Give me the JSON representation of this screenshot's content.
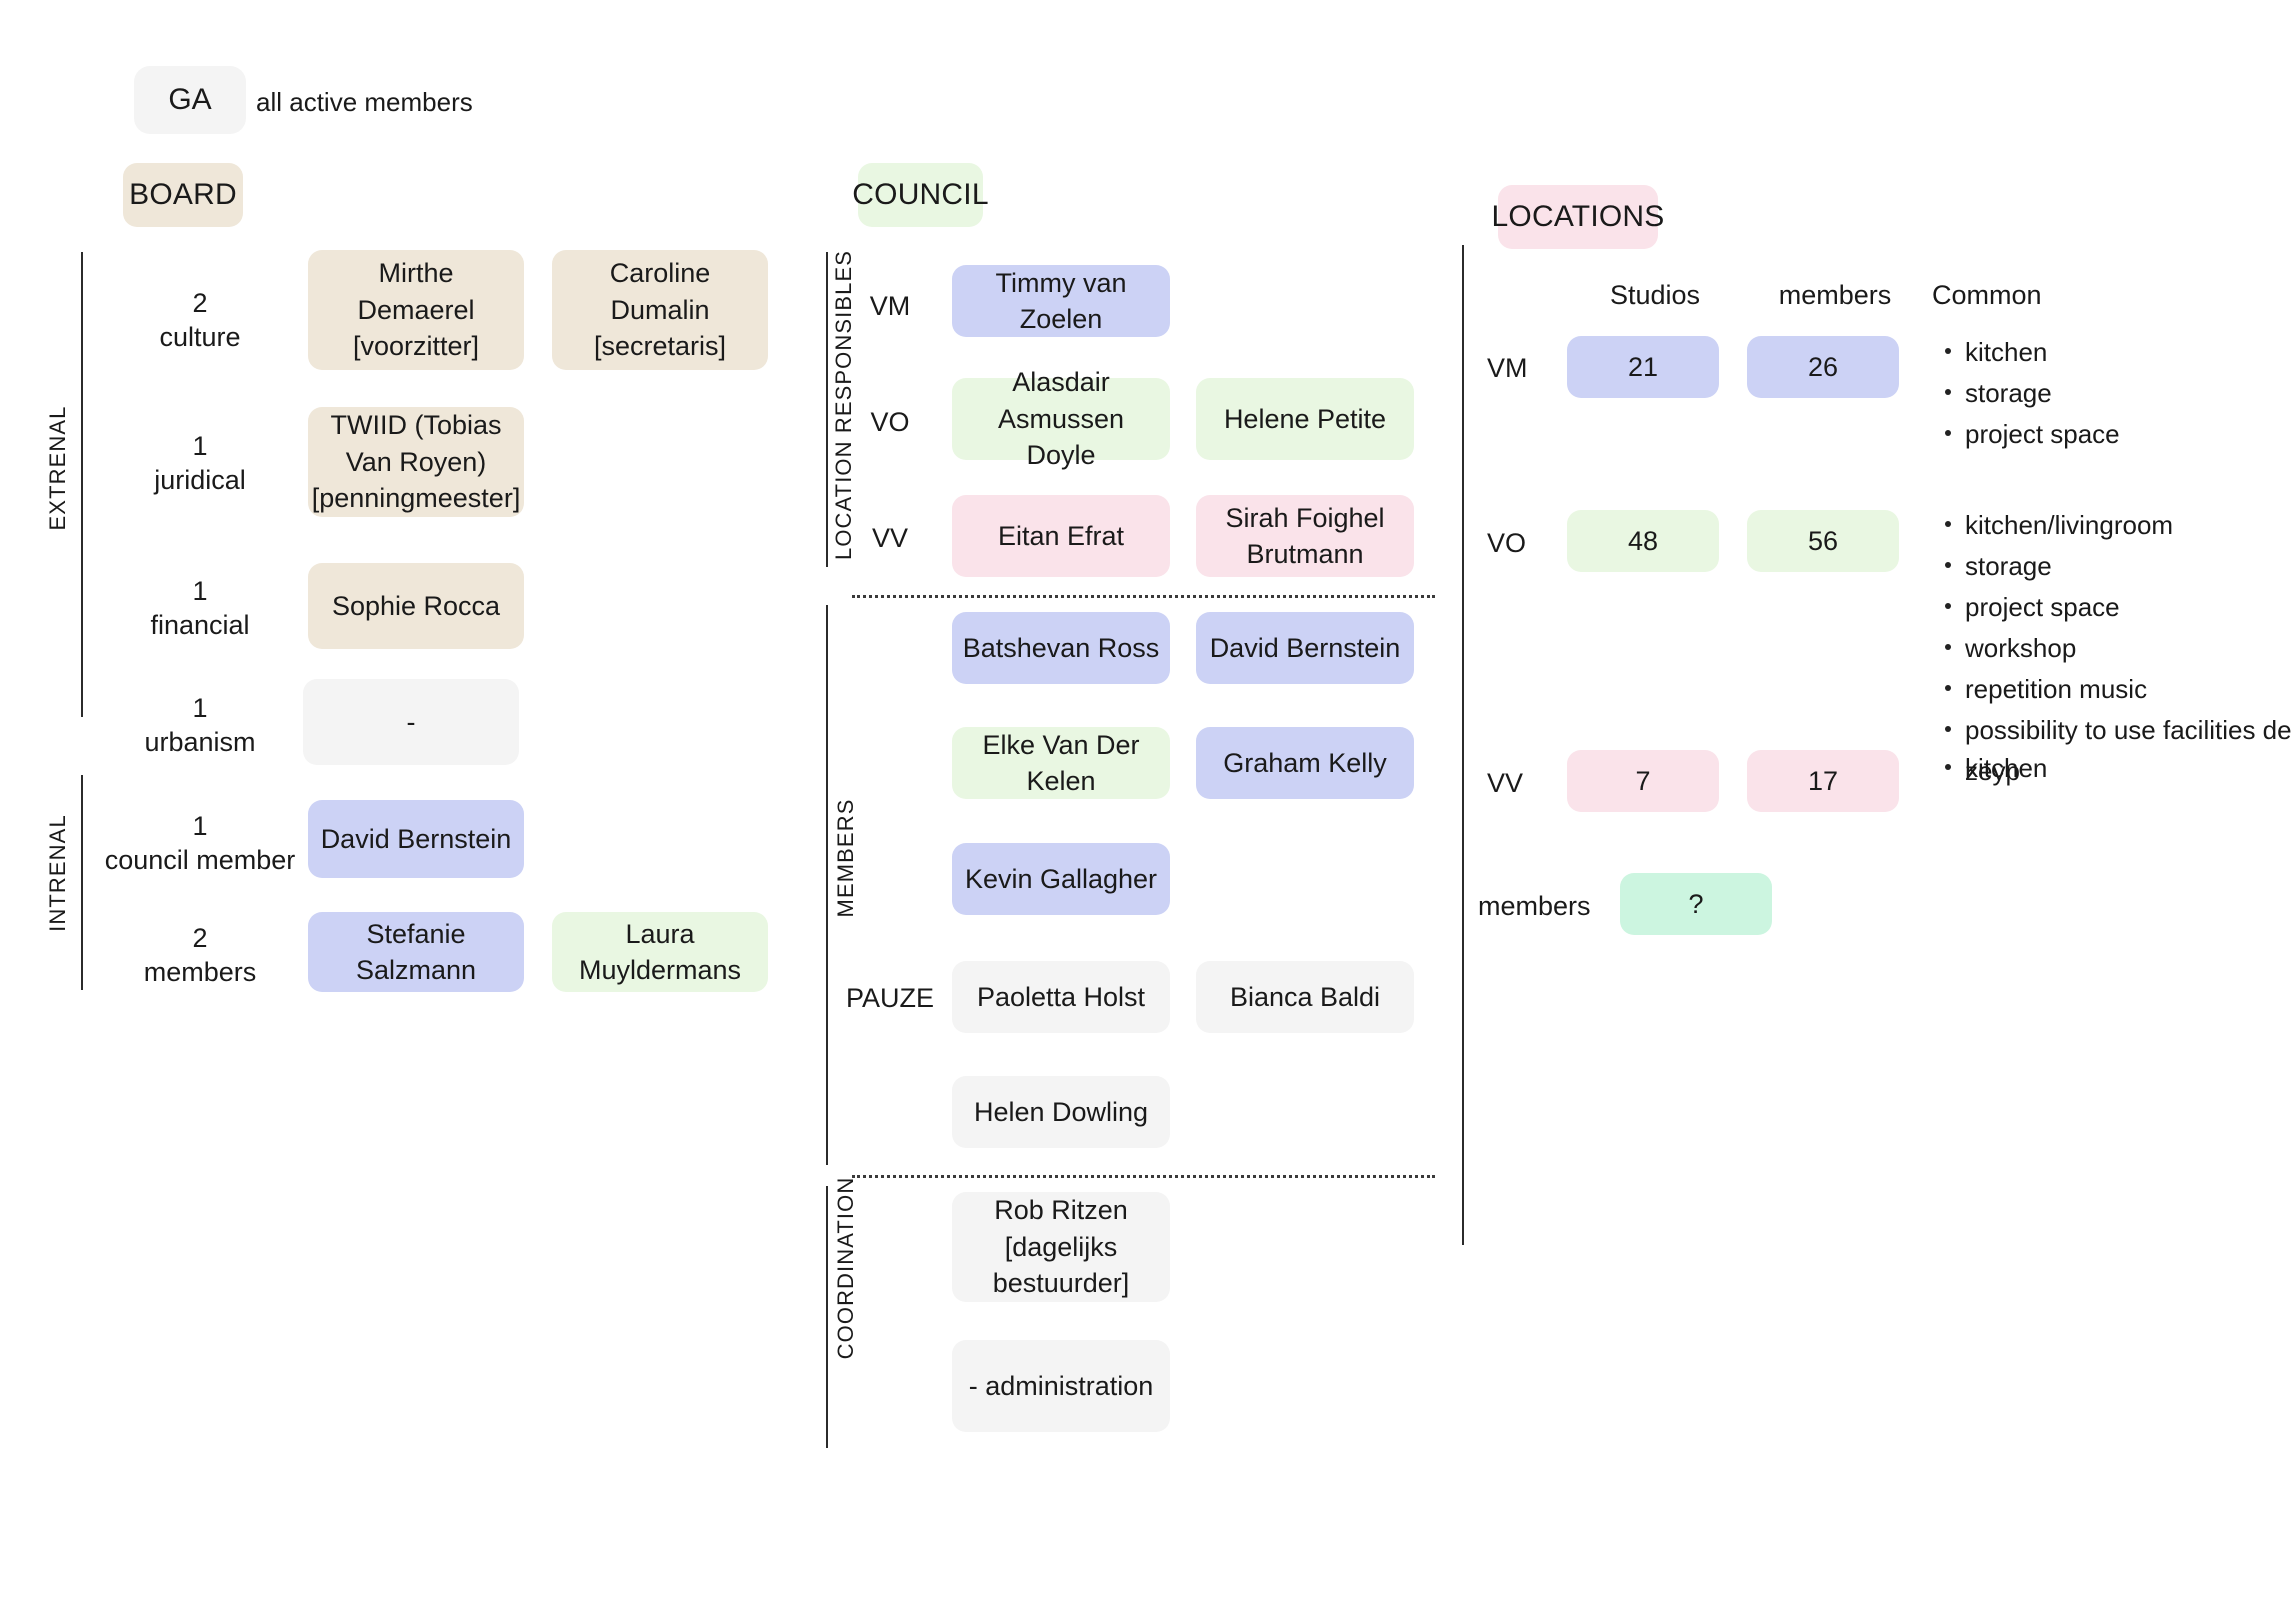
{
  "ga": {
    "badge": "GA",
    "note": "all active members"
  },
  "board": {
    "title": "BOARD",
    "axis_external": "EXTRENAL",
    "axis_internal": "INTRENAL",
    "rows": [
      {
        "count": "2",
        "role": "culture",
        "people": [
          {
            "name": "Mirthe Demaerel [voorzitter]",
            "color": "beige"
          },
          {
            "name": "Caroline Dumalin [secretaris]",
            "color": "beige"
          }
        ]
      },
      {
        "count": "1",
        "role": "juridical",
        "people": [
          {
            "name": "TWIID (Tobias Van Royen) [penningmeester]",
            "color": "beige"
          }
        ]
      },
      {
        "count": "1",
        "role": "financial",
        "people": [
          {
            "name": "Sophie Rocca",
            "color": "beige"
          }
        ]
      },
      {
        "count": "1",
        "role": "urbanism",
        "people": [
          {
            "name": "-",
            "color": "grey"
          }
        ]
      },
      {
        "count": "1",
        "role": "council member",
        "people": [
          {
            "name": "David Bernstein",
            "color": "blue"
          }
        ]
      },
      {
        "count": "2",
        "role": "members",
        "people": [
          {
            "name": "Stefanie Salzmann",
            "color": "blue"
          },
          {
            "name": "Laura Muyldermans",
            "color": "green"
          }
        ]
      }
    ]
  },
  "council": {
    "title": "COUNCIL",
    "axis_location_responsibles": "LOCATION RESPONSIBLES",
    "axis_members": "MEMBERS",
    "axis_coordination": "COORDINATION",
    "location_rows": [
      {
        "label": "VM",
        "people": [
          {
            "name": "Timmy van Zoelen",
            "color": "blue"
          }
        ]
      },
      {
        "label": "VO",
        "people": [
          {
            "name": "Alasdair Asmussen Doyle",
            "color": "green"
          },
          {
            "name": "Helene Petite",
            "color": "green"
          }
        ]
      },
      {
        "label": "VV",
        "people": [
          {
            "name": "Eitan Efrat",
            "color": "pink"
          },
          {
            "name": "Sirah Foighel Brutmann",
            "color": "pink"
          }
        ]
      }
    ],
    "member_rows": [
      {
        "label": "",
        "people": [
          {
            "name": "Batshevan Ross",
            "color": "blue"
          },
          {
            "name": "David Bernstein",
            "color": "blue"
          }
        ]
      },
      {
        "label": "",
        "people": [
          {
            "name": "Elke Van Der Kelen",
            "color": "green"
          },
          {
            "name": "Graham Kelly",
            "color": "blue"
          }
        ]
      },
      {
        "label": "",
        "people": [
          {
            "name": "Kevin Gallagher",
            "color": "blue"
          }
        ]
      },
      {
        "label": "PAUZE",
        "people": [
          {
            "name": "Paoletta Holst",
            "color": "grey"
          },
          {
            "name": "Bianca Baldi",
            "color": "grey"
          }
        ]
      },
      {
        "label": "",
        "people": [
          {
            "name": "Helen Dowling",
            "color": "grey"
          }
        ]
      }
    ],
    "coordination_rows": [
      {
        "people": [
          {
            "name": "Rob Ritzen [dagelijks bestuurder]",
            "color": "grey"
          }
        ]
      },
      {
        "people": [
          {
            "name": "- administration",
            "color": "grey"
          }
        ]
      }
    ]
  },
  "locations": {
    "title": "LOCATIONS",
    "columns": {
      "studios": "Studios",
      "members": "members",
      "common": "Common"
    },
    "rows": [
      {
        "label": "VM",
        "studios": "21",
        "members": "26",
        "color": "blue",
        "common": [
          "kitchen",
          "storage",
          "project space"
        ]
      },
      {
        "label": "VO",
        "studios": "48",
        "members": "56",
        "color": "green",
        "common": [
          "kitchen/livingroom",
          "storage",
          "project space",
          "workshop",
          "repetition music",
          "possibility to use facilities de zeyp"
        ]
      },
      {
        "label": "VV",
        "studios": "7",
        "members": "17",
        "color": "pink",
        "common": [
          "kitchen"
        ]
      }
    ],
    "members_row": {
      "label": "members",
      "value": "?",
      "color": "mint"
    }
  },
  "palette": {
    "beige": "#efe7d9",
    "grey": "#f4f4f4",
    "blue": "#ccd2f5",
    "green": "#e9f7e2",
    "pink": "#fae3ea",
    "mint": "#ccf5e0",
    "rule": "#2b2b2b",
    "text": "#1a1a1a"
  }
}
